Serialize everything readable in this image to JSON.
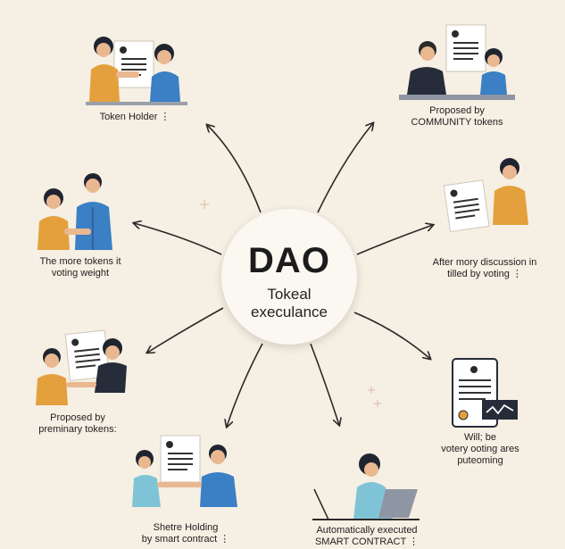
{
  "center": {
    "title": "DAO",
    "subtitle_line1": "Tokeal",
    "subtitle_line2": "execulance"
  },
  "nodes": {
    "token_holder": {
      "line1": "Token Holder ⋮"
    },
    "proposed_community": {
      "line1": "Proposed by",
      "line2": "COMMUNITY tokens"
    },
    "voting_weight": {
      "line1": "The more tokens it",
      "line2": "voting weight"
    },
    "after_discussion": {
      "line1": "After mory discussion in",
      "line2": "tilled by voting ⋮"
    },
    "proposed_preliminary": {
      "line1": "Proposed by",
      "line2": "preminary tokens:"
    },
    "will_be": {
      "line1": "Will; be",
      "line2": "votery ooting ares",
      "line3": "puteoming"
    },
    "share_holding": {
      "line1": "Shetre Holding",
      "line2": "by smart contract ⋮"
    },
    "auto_executed": {
      "line1": "Automatically executed",
      "line2": "SMART CONTRACT ⋮"
    }
  },
  "colors": {
    "background": "#f6efe3",
    "orange": "#e3a03c",
    "blue": "#3b7fc4",
    "navy": "#262c3a",
    "paper": "#ffffff",
    "arrow": "#2a2a2a"
  }
}
